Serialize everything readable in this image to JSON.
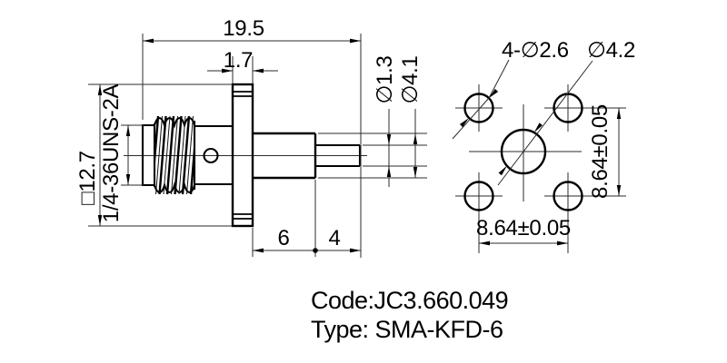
{
  "drawing": {
    "side_view": {
      "total_length": "19.5",
      "flange_thickness": "1.7",
      "flange_square": "□12.7",
      "thread_spec": "1/4-36UNS-2A",
      "pin_diameter": "∅1.3",
      "body_diameter": "∅4.1",
      "body_length": "6",
      "pin_length": "4"
    },
    "front_view": {
      "mounting_holes": "4-∅2.6",
      "center_hole": "∅4.2",
      "hole_spacing_horizontal": "8.64±0.05",
      "hole_spacing_vertical": "8.64±0.05"
    },
    "caption": {
      "code": "Code:JC3.660.049",
      "type": "Type: SMA-KFD-6"
    }
  }
}
